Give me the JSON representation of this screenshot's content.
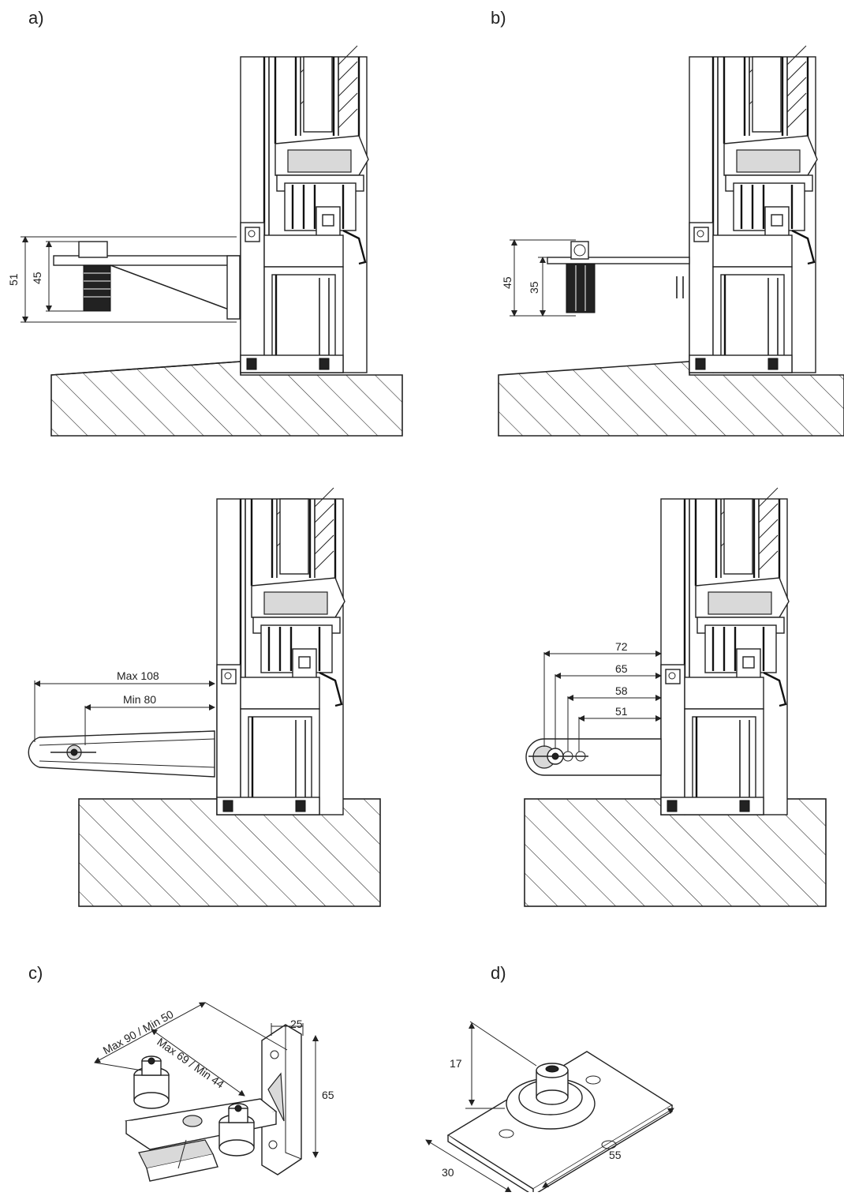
{
  "panels": {
    "a": {
      "label": "a)",
      "dims": [
        "51",
        "45"
      ],
      "lower_dims": [
        "Max 108",
        "Min 80"
      ]
    },
    "b": {
      "label": "b)",
      "dims": [
        "45",
        "35"
      ],
      "lower_dims": [
        "72",
        "65",
        "58",
        "51"
      ]
    },
    "c": {
      "label": "c)",
      "dims": [
        "Max 90 / Min 50",
        "Max 69 / Min 44",
        "25",
        "65"
      ]
    },
    "d": {
      "label": "d)",
      "dims": [
        "17",
        "55",
        "30"
      ]
    }
  }
}
